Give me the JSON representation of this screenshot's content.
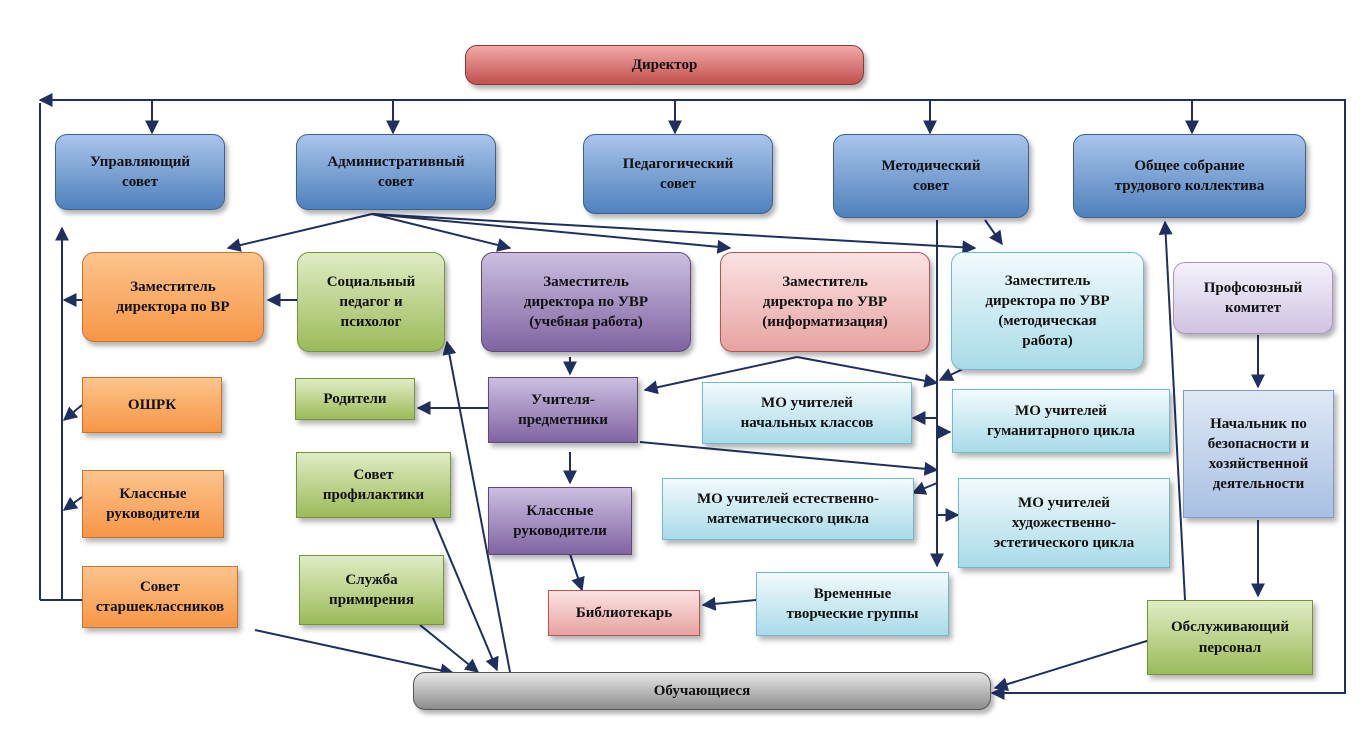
{
  "nodes": {
    "director": "Директор",
    "governing_council": "Управляющий\nсовет",
    "admin_council": "Административный\nсовет",
    "ped_council": "Педагогический\nсовет",
    "method_council": "Методический\nсовет",
    "general_meeting": "Общее собрание\nтрудового коллектива",
    "deputy_vr": "Заместитель\nдиректора по ВР",
    "social_ped": "Социальный\nпедагог и\nпсихолог",
    "deputy_uvr_study": "Заместитель\nдиректора по УВР\n(учебная работа)",
    "deputy_uvr_info": "Заместитель\nдиректора по УВР\n(информатизация)",
    "deputy_uvr_method": "Заместитель\nдиректора по УВР\n(методическая\nработа)",
    "trade_union": "Профсоюзный\nкомитет",
    "oshrk": "ОШРК",
    "parents": "Родители",
    "subject_teachers": "Учителя-\nпредметники",
    "mo_primary": "МО учителей\nначальных классов",
    "mo_humanities": "МО учителей\nгуманитарного цикла",
    "safety_head": "Начальник по\nбезопасности и\nхозяйственной\nдеятельности",
    "class_leaders_left": "Классные\nруководители",
    "prevention_council": "Совет\nпрофилактики",
    "class_leaders_mid": "Классные\nруководители",
    "mo_science": "МО учителей естественно-\nматематического цикла",
    "mo_arts": "МО учителей\nхудожественно-\nэстетического цикла",
    "senior_council": "Совет\nстаршеклассников",
    "mediation": "Служба\nпримирения",
    "librarian": "Библиотекарь",
    "creative_groups": "Временные\nтворческие группы",
    "service_staff": "Обслуживающий\nперсонал",
    "students": "Обучающиеся"
  },
  "colors": {
    "arrow": "#1f2f5f",
    "director": "#c0504d",
    "councils": "#4f81bd",
    "vr_branch": "#f79646",
    "social_branch": "#9bbb59",
    "study_branch": "#8064a2",
    "method_branch": "#a8dbe8",
    "students": "#8c8c8c"
  }
}
